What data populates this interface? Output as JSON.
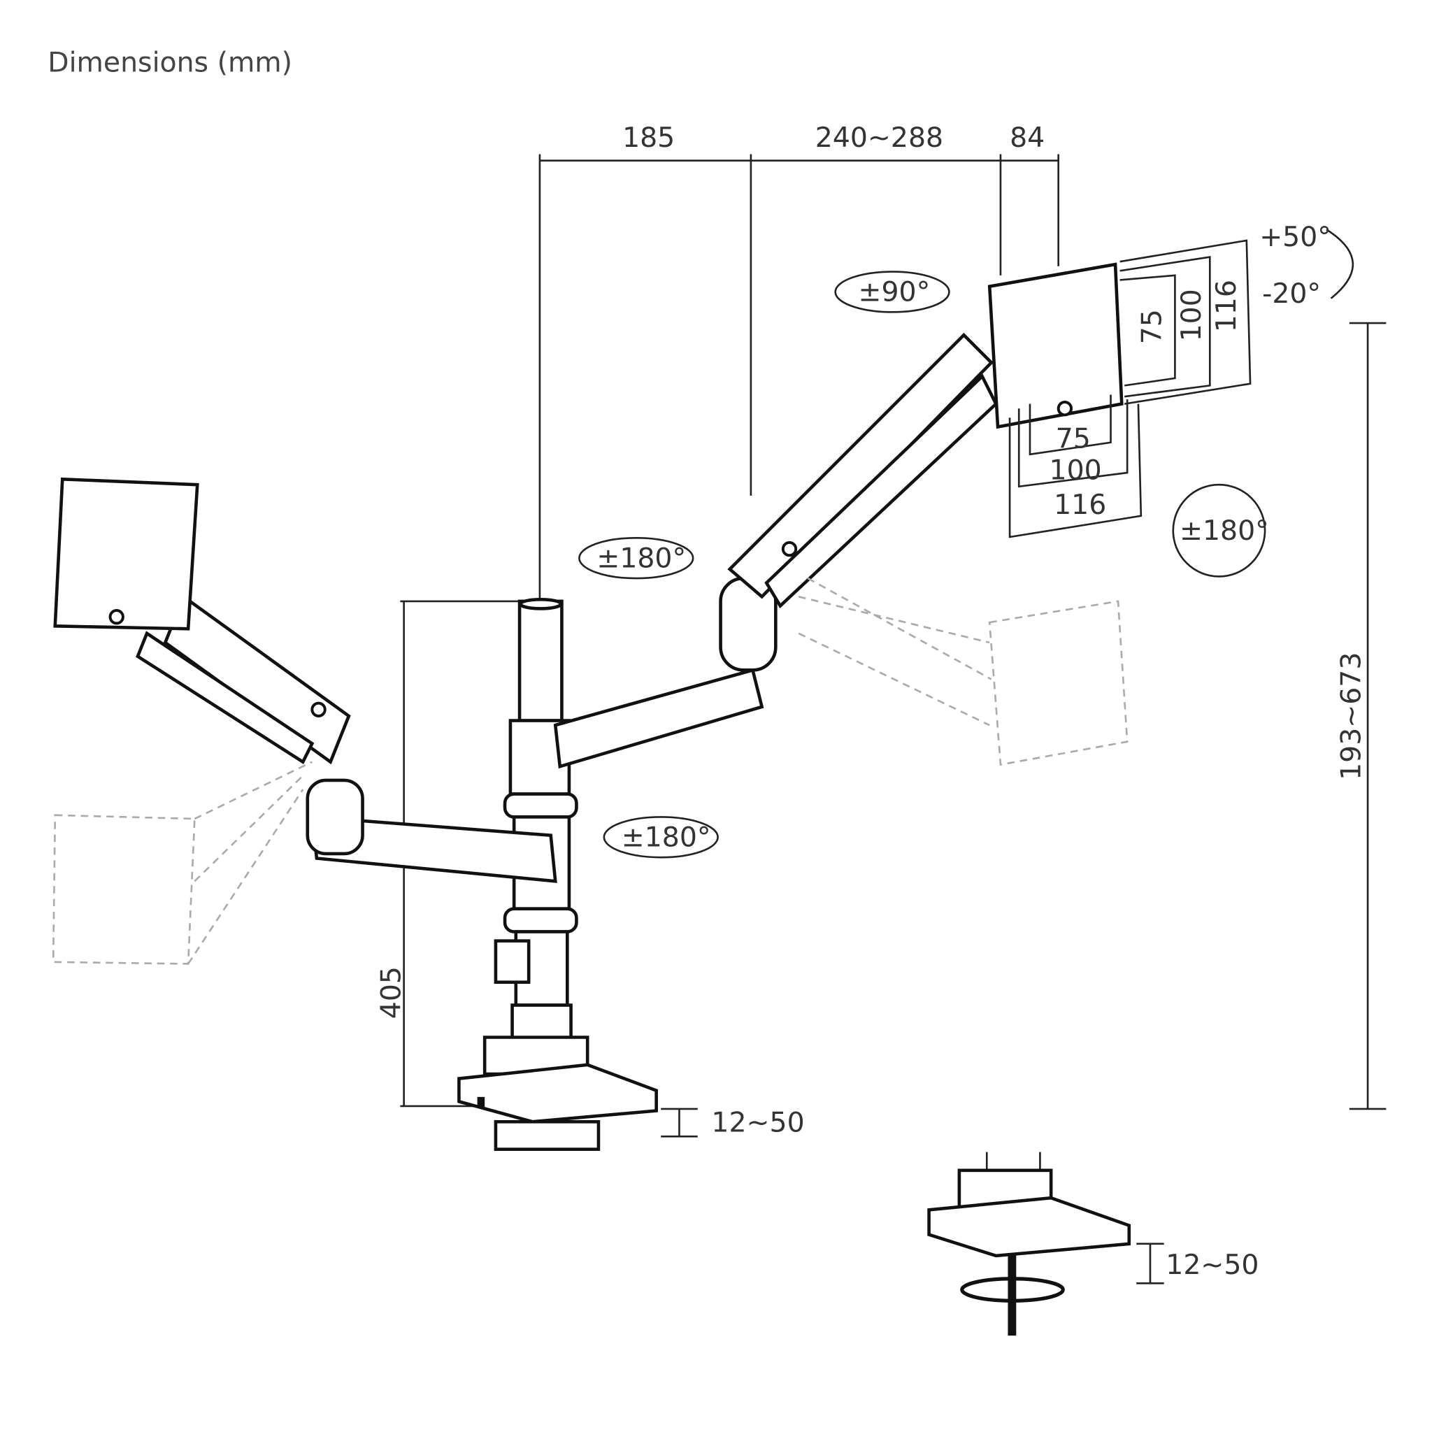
{
  "title": "Dimensions (mm)",
  "dimensions": {
    "arm_offset": "185",
    "arm_reach": "240~288",
    "head_depth": "84",
    "tilt_up": "+50°",
    "tilt_down": "-20°",
    "rotation": "±90°",
    "vesa_v_small": "75",
    "vesa_v_mid": "100",
    "vesa_v_large": "116",
    "vesa_h_small": "75",
    "vesa_h_mid": "100",
    "vesa_h_large": "116",
    "swivel_head": "±180°",
    "swivel_upper": "±180°",
    "swivel_lower": "±180°",
    "height_range": "193~673",
    "pole_height": "405",
    "clamp_thickness": "12~50",
    "grommet_thickness": "12~50"
  }
}
